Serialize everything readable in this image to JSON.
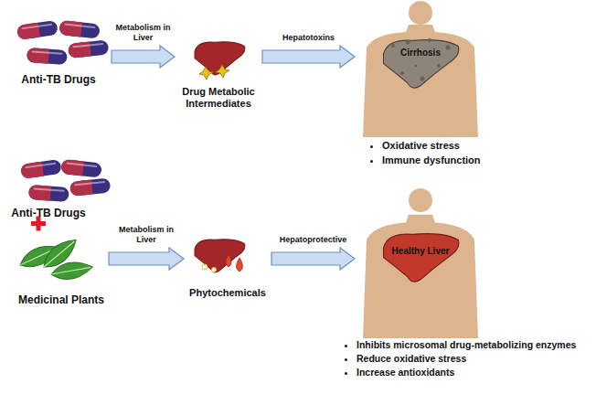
{
  "diagram": {
    "nodes": [
      {
        "text": [
          "Anti-TB Drugs"
        ]
      },
      {
        "text": [
          "Drug Metabolic Intermediates"
        ]
      },
      {
        "text": [
          "Cirrhosis"
        ]
      },
      {
        "text": [
          "Anti-TB Drugs",
          "Medicinal Plants"
        ]
      },
      {
        "text": [
          "Phytochemicals"
        ]
      },
      {
        "text": [
          "Healthy Liver"
        ]
      }
    ],
    "edges": [
      {
        "from": 0,
        "to": 1,
        "label": "Metabolism in Liver",
        "arrow": "to"
      },
      {
        "from": 1,
        "to": 2,
        "label": "Hepatotoxins",
        "arrow": "to"
      },
      {
        "from": 3,
        "to": 4,
        "label": "Metabolism in Liver",
        "arrow": "to"
      },
      {
        "from": 4,
        "to": 5,
        "label": "Hepatoprotective",
        "arrow": "to"
      }
    ],
    "labels": [
      "Oxidative stress",
      "Immune dysfunction",
      "Inhibits microsomal drug-metabolizing enzymes",
      "Reduce oxidative stress",
      "Increase antioxidants"
    ]
  }
}
